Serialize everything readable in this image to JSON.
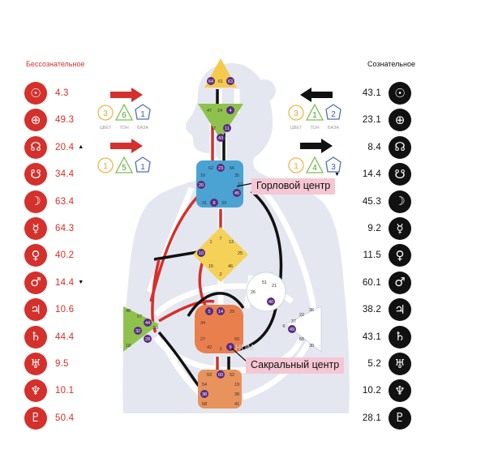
{
  "headers": {
    "unconscious": "Бессознательное",
    "conscious": "Сознательное"
  },
  "unconscious": [
    {
      "icon": "sun-icon",
      "glyph": "☉",
      "value": "4.3",
      "mark": ""
    },
    {
      "icon": "earth-icon",
      "glyph": "⊕",
      "value": "49.3",
      "mark": ""
    },
    {
      "icon": "north-node-icon",
      "glyph": "☊",
      "value": "20.4",
      "mark": "▲"
    },
    {
      "icon": "south-node-icon",
      "glyph": "☋",
      "value": "34.4",
      "mark": ""
    },
    {
      "icon": "moon-icon",
      "glyph": "☽",
      "value": "63.4",
      "mark": ""
    },
    {
      "icon": "mercury-icon",
      "glyph": "☿",
      "value": "64.3",
      "mark": ""
    },
    {
      "icon": "venus-icon",
      "glyph": "♀",
      "value": "40.2",
      "mark": ""
    },
    {
      "icon": "mars-icon",
      "glyph": "♂",
      "value": "14.4",
      "mark": "▼"
    },
    {
      "icon": "jupiter-icon",
      "glyph": "♃",
      "value": "10.6",
      "mark": ""
    },
    {
      "icon": "saturn-icon",
      "glyph": "♄",
      "value": "44.4",
      "mark": ""
    },
    {
      "icon": "uranus-icon",
      "glyph": "♅",
      "value": "9.5",
      "mark": ""
    },
    {
      "icon": "neptune-icon",
      "glyph": "♆",
      "value": "10.1",
      "mark": ""
    },
    {
      "icon": "pluto-icon",
      "glyph": "♇",
      "value": "50.4",
      "mark": ""
    }
  ],
  "conscious": [
    {
      "icon": "sun-icon",
      "glyph": "☉",
      "value": "43.1",
      "mark": ""
    },
    {
      "icon": "earth-icon",
      "glyph": "⊕",
      "value": "23.1",
      "mark": ""
    },
    {
      "icon": "north-node-icon",
      "glyph": "☊",
      "value": "8.4",
      "mark": ""
    },
    {
      "icon": "south-node-icon",
      "glyph": "☋",
      "value": "14.4",
      "mark": "▼"
    },
    {
      "icon": "moon-icon",
      "glyph": "☽",
      "value": "45.3",
      "mark": ""
    },
    {
      "icon": "mercury-icon",
      "glyph": "☿",
      "value": "9.2",
      "mark": ""
    },
    {
      "icon": "venus-icon",
      "glyph": "♀",
      "value": "11.5",
      "mark": ""
    },
    {
      "icon": "mars-icon",
      "glyph": "♂",
      "value": "60.1",
      "mark": ""
    },
    {
      "icon": "jupiter-icon",
      "glyph": "♃",
      "value": "38.2",
      "mark": "▲"
    },
    {
      "icon": "saturn-icon",
      "glyph": "♄",
      "value": "43.1",
      "mark": ""
    },
    {
      "icon": "uranus-icon",
      "glyph": "♅",
      "value": "5.2",
      "mark": ""
    },
    {
      "icon": "neptune-icon",
      "glyph": "♆",
      "value": "10.2",
      "mark": ""
    },
    {
      "icon": "pluto-icon",
      "glyph": "♇",
      "value": "28.1",
      "mark": ""
    }
  ],
  "variables": {
    "left_top": {
      "color": "3",
      "tone": "6",
      "base": "1"
    },
    "left_bottom": {
      "color": "1",
      "tone": "5",
      "base": "1"
    },
    "right_top": {
      "color": "3",
      "tone": "1",
      "base": "2"
    },
    "right_bottom": {
      "color": "1",
      "tone": "4",
      "base": "3"
    },
    "captions": {
      "color": "ЦВЕТ",
      "tone": "ТОН",
      "base": "БАЗА"
    }
  },
  "callouts": {
    "throat": "Горловой центр",
    "sacral": "Сакральный центр"
  },
  "watermark": "HUM",
  "gates": {
    "head": [
      "64",
      "61",
      "63"
    ],
    "ajna": [
      "47",
      "24",
      "4",
      "17",
      "11",
      "43"
    ],
    "throat": [
      "62",
      "23",
      "56",
      "16",
      "35",
      "20",
      "12",
      "45",
      "31",
      "8",
      "33"
    ],
    "g": [
      "7",
      "1",
      "13",
      "10",
      "25",
      "15",
      "46",
      "2"
    ],
    "heart": [
      "51",
      "21",
      "26",
      "40"
    ],
    "spleen": [
      "48",
      "57",
      "44",
      "50",
      "32",
      "28",
      "18"
    ],
    "sacral": [
      "5",
      "14",
      "29",
      "34",
      "27",
      "59",
      "42",
      "3",
      "9"
    ],
    "solar": [
      "36",
      "22",
      "37",
      "6",
      "49",
      "55",
      "30"
    ],
    "root": [
      "53",
      "60",
      "52",
      "54",
      "19",
      "38",
      "39",
      "58",
      "41"
    ]
  },
  "colors": {
    "unconscious": "#d4302c",
    "conscious": "#111111",
    "head": "#f5c94c",
    "ajna": "#8fc24d",
    "throat": "#4aa3d2",
    "g": "#f5d157",
    "sacral": "#ea7f4e",
    "spleen": "#8fc24d",
    "root": "#e8925c",
    "body": "#e4e7f0",
    "gate_active": "#5a2c80"
  }
}
